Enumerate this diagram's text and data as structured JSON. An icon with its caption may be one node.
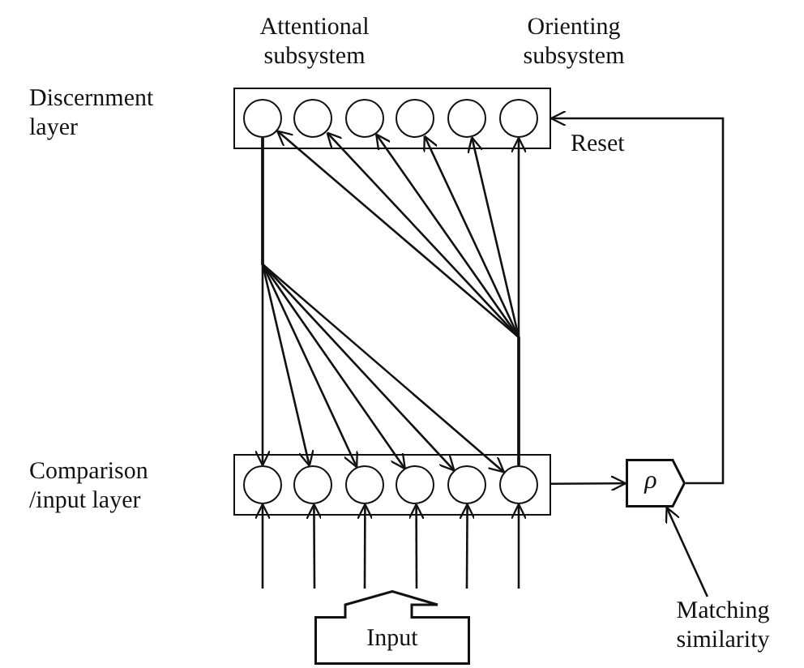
{
  "diagram": {
    "nodes": [
      {
        "text": [
          "Discernment layer"
        ]
      },
      {
        "text": [],
        "shape": "circle",
        "in": 0
      },
      {
        "text": [],
        "shape": "circle",
        "in": 0
      },
      {
        "text": [],
        "shape": "circle",
        "in": 0
      },
      {
        "text": [],
        "shape": "circle",
        "in": 0
      },
      {
        "text": [],
        "shape": "circle",
        "in": 0
      },
      {
        "text": [],
        "shape": "circle",
        "in": 0
      },
      {
        "text": [
          "Comparison /input layer"
        ]
      },
      {
        "text": [],
        "shape": "circle",
        "in": 7
      },
      {
        "text": [],
        "shape": "circle",
        "in": 7
      },
      {
        "text": [],
        "shape": "circle",
        "in": 7
      },
      {
        "text": [],
        "shape": "circle",
        "in": 7
      },
      {
        "text": [],
        "shape": "circle",
        "in": 7
      },
      {
        "text": [],
        "shape": "circle",
        "in": 7
      },
      {
        "text": [
          "ρ"
        ]
      },
      {
        "text": [
          "Input"
        ]
      },
      {
        "text": [
          "Matching similarity"
        ]
      }
    ],
    "edges": [
      {
        "from": 1,
        "to": 8,
        "arrow": "to"
      },
      {
        "from": 1,
        "to": 9,
        "arrow": "to"
      },
      {
        "from": 1,
        "to": 10,
        "arrow": "to"
      },
      {
        "from": 1,
        "to": 11,
        "arrow": "to"
      },
      {
        "from": 1,
        "to": 12,
        "arrow": "to"
      },
      {
        "from": 1,
        "to": 13,
        "arrow": "to"
      },
      {
        "from": 13,
        "to": 1,
        "arrow": "to"
      },
      {
        "from": 13,
        "to": 2,
        "arrow": "to"
      },
      {
        "from": 13,
        "to": 3,
        "arrow": "to"
      },
      {
        "from": 13,
        "to": 4,
        "arrow": "to"
      },
      {
        "from": 13,
        "to": 5,
        "arrow": "to"
      },
      {
        "from": 13,
        "to": 6,
        "arrow": "to"
      },
      {
        "from": 7,
        "to": 14,
        "arrow": "to"
      },
      {
        "from": 14,
        "to": 0,
        "label": "Reset",
        "arrow": "to"
      },
      {
        "from": 16,
        "to": 14,
        "arrow": "to"
      },
      {
        "from": 15,
        "to": 8,
        "arrow": "to"
      },
      {
        "from": 15,
        "to": 9,
        "arrow": "to"
      },
      {
        "from": 15,
        "to": 10,
        "arrow": "to"
      },
      {
        "from": 15,
        "to": 11,
        "arrow": "to"
      },
      {
        "from": 15,
        "to": 12,
        "arrow": "to"
      },
      {
        "from": 15,
        "to": 13,
        "arrow": "to"
      }
    ],
    "labels": [
      "Attentional subsystem",
      "Orienting subsystem"
    ]
  }
}
